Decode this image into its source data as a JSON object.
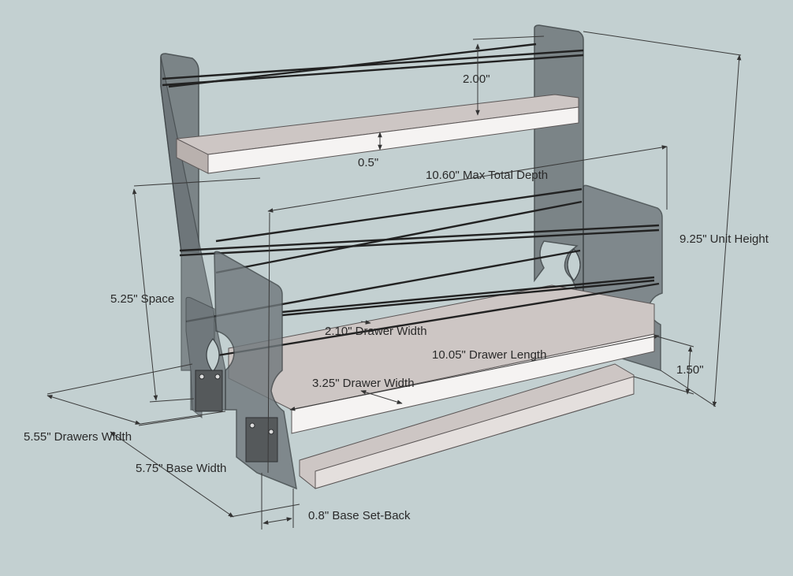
{
  "diagram": {
    "dimensions": {
      "top_gap": "2.00\"",
      "shelf_thickness": "0.5\"",
      "max_total_depth": "10.60\" Max Total Depth",
      "unit_height": "9.25\" Unit Height",
      "space": "5.25\" Space",
      "drawer_width_upper": "2.10\" Drawer Width",
      "drawer_length": "10.05\" Drawer Length",
      "drawer_bottom_height": "1.50\"",
      "drawer_width_lower": "3.25\" Drawer Width",
      "drawers_width": "5.55\" Drawers Width",
      "base_width": "5.75\" Base Width",
      "base_set_back": "0.8\" Base Set-Back"
    },
    "colors": {
      "background": "#c3d0d1",
      "panel": "#6f777b",
      "shelf_top": "#cdc6c4",
      "shelf_edge": "#f5f3f2",
      "rod": "#222222",
      "dim_line": "#3a3a3a"
    }
  }
}
